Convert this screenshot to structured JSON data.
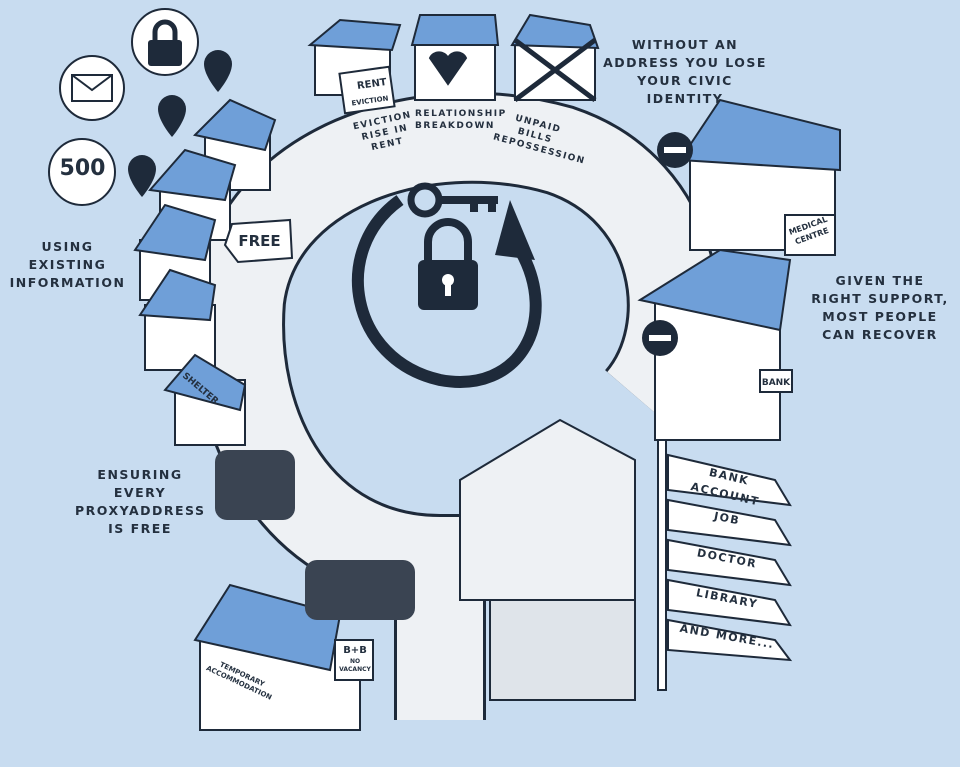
{
  "captions": {
    "civic_identity": "WITHOUT AN ADDRESS YOU LOSE YOUR CIVIC IDENTITY",
    "existing_info": "USING EXISTING INFORMATION",
    "recover": "GIVEN THE RIGHT SUPPORT, MOST PEOPLE CAN RECOVER",
    "free": "ENSURING EVERY PROXYADDRESS IS FREE"
  },
  "causes": {
    "eviction": "EVICTION RISE IN RENT",
    "relationship": "RELATIONSHIP BREAKDOWN",
    "bills": "UNPAID BILLS REPOSSESSION"
  },
  "house_signs": {
    "rent": "RENT",
    "eviction": "EVICTION",
    "medical": "MEDICAL CENTRE",
    "bank": "BANK",
    "shelter": "SHELTER",
    "temporary": "TEMPORARY ACCOMMODATION",
    "bnb": "B+B",
    "no_vacancy": "NO VACANCY"
  },
  "icons_text": {
    "number": "500",
    "free_tag": "FREE"
  },
  "signpost": [
    "BANK ACCOUNT",
    "JOB",
    "DOCTOR",
    "LIBRARY",
    "AND MORE..."
  ],
  "colors": {
    "background": "#c8dcf0",
    "roof": "#6f9fd8",
    "ink": "#1e2a3a",
    "road": "#eef1f4"
  }
}
